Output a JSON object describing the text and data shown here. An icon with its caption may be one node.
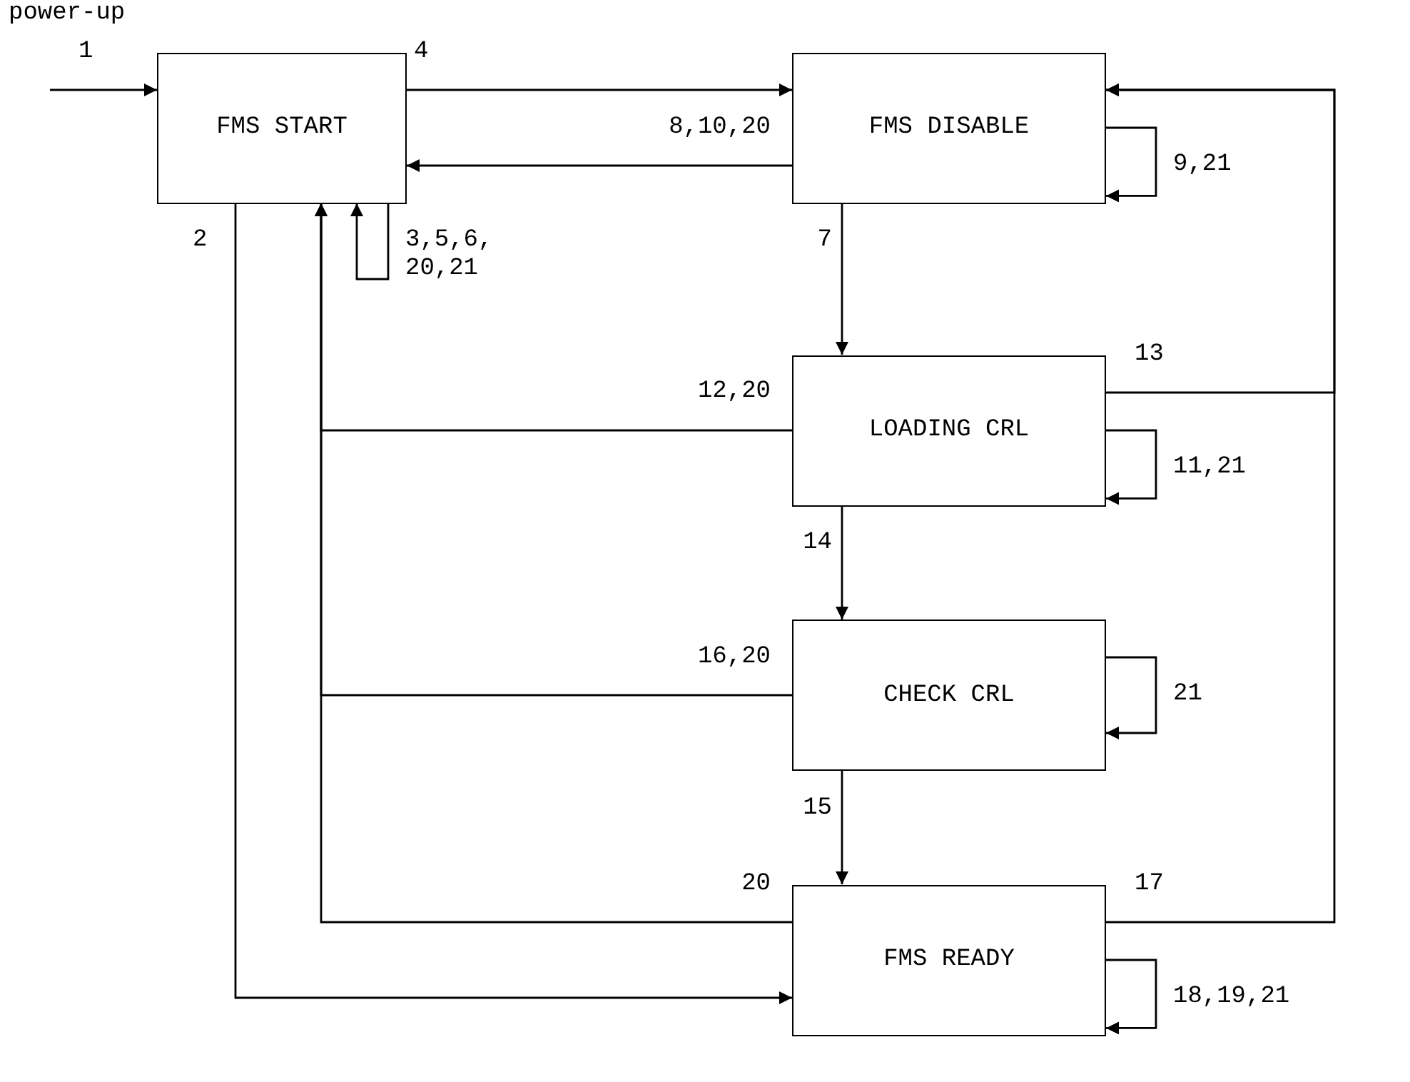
{
  "diagram": {
    "nodes": [
      {
        "text": [
          "FMS START"
        ]
      },
      {
        "text": [
          "FMS DISABLE"
        ]
      },
      {
        "text": [
          "LOADING CRL"
        ]
      },
      {
        "text": [
          "CHECK CRL"
        ]
      },
      {
        "text": [
          "FMS READY"
        ]
      }
    ],
    "edges": [
      {
        "from": null,
        "to": 0,
        "arrow": "to",
        "label": "1"
      },
      {
        "from": 0,
        "to": 1,
        "arrow": "to",
        "label": "4"
      },
      {
        "from": 1,
        "to": 0,
        "arrow": "to",
        "label": "8,10,20"
      },
      {
        "from": 1,
        "to": 1,
        "arrow": "to",
        "label": "9,21"
      },
      {
        "from": 0,
        "to": 0,
        "arrow": "to",
        "label": "3,5,6, 20,21"
      },
      {
        "from": 0,
        "to": 4,
        "arrow": "to",
        "label": "2"
      },
      {
        "from": 1,
        "to": 2,
        "arrow": "to",
        "label": "7"
      },
      {
        "from": 2,
        "to": 0,
        "arrow": "to",
        "label": "12,20"
      },
      {
        "from": 2,
        "to": 2,
        "arrow": "to",
        "label": "11,21"
      },
      {
        "from": 2,
        "to": 1,
        "arrow": "to",
        "label": "13"
      },
      {
        "from": 2,
        "to": 3,
        "arrow": "to",
        "label": "14"
      },
      {
        "from": 3,
        "to": 0,
        "arrow": "to",
        "label": "16,20"
      },
      {
        "from": 3,
        "to": 3,
        "arrow": "to",
        "label": "21"
      },
      {
        "from": 3,
        "to": 4,
        "arrow": "to",
        "label": "15"
      },
      {
        "from": 4,
        "to": 0,
        "arrow": "to",
        "label": "20"
      },
      {
        "from": 4,
        "to": 1,
        "arrow": "to",
        "label": "17"
      },
      {
        "from": 4,
        "to": 4,
        "arrow": "to",
        "label": "18,19,21"
      }
    ],
    "labels": [
      "power-up"
    ]
  }
}
